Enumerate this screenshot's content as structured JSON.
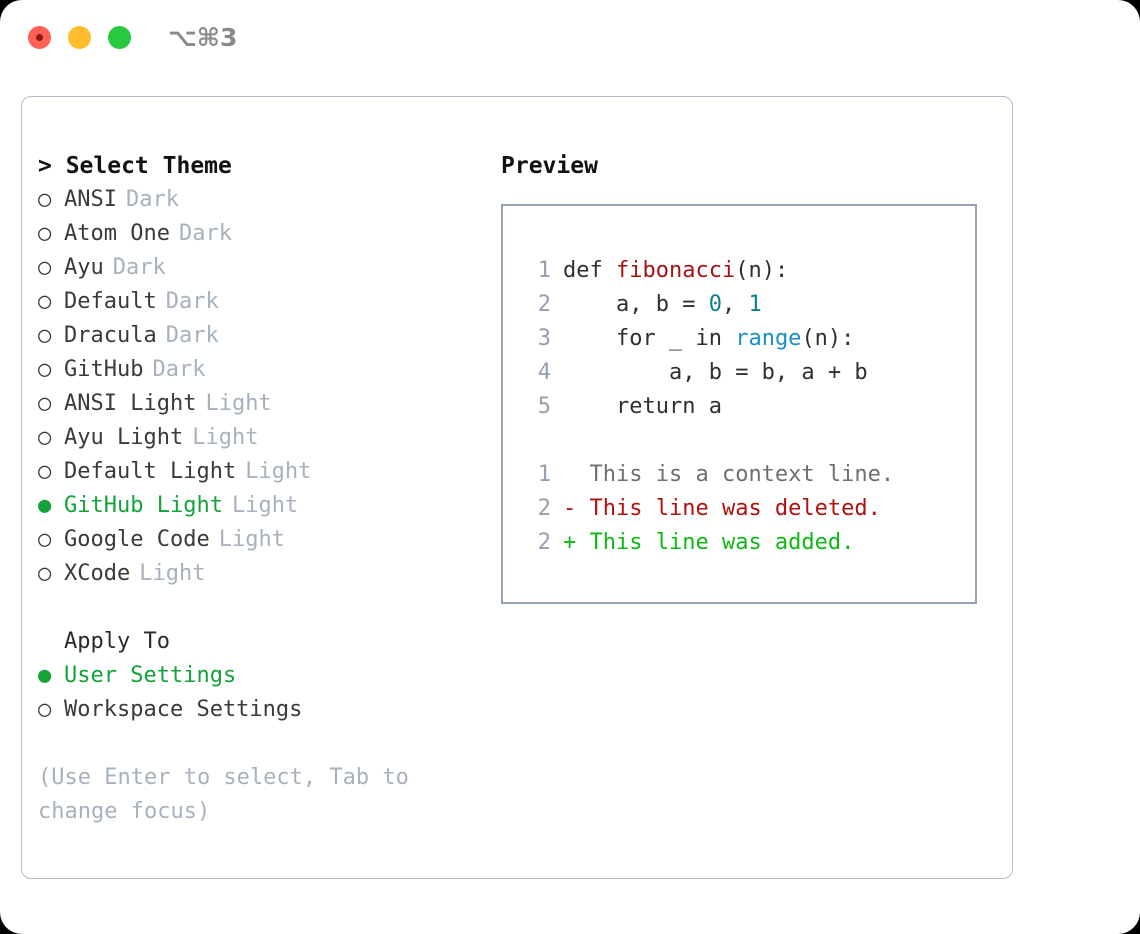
{
  "titlebar": {
    "shortcut": "⌥⌘3",
    "lights": [
      {
        "name": "close",
        "color": "#ff6058"
      },
      {
        "name": "minimize",
        "color": "#ffbd2e"
      },
      {
        "name": "maximize",
        "color": "#28c93f"
      }
    ]
  },
  "colors": {
    "accent_green": "#14a33a",
    "muted": "#a8b2bd",
    "text": "#3a3a3a",
    "border": "#b3bdc9",
    "preview_border": "#95a2b3",
    "line_number": "#95a0ae",
    "syntax_function": "#a31515",
    "syntax_number": "#09808a",
    "syntax_call": "#1a8fc4",
    "diff_context": "#6f6f6f",
    "diff_deleted": "#b3110d",
    "diff_added": "#10b814"
  },
  "theme_list": {
    "title": "> Select Theme",
    "cursor": ">",
    "bullet_unselected": "○",
    "bullet_selected": "●",
    "items": [
      {
        "name": "ANSI",
        "mode": "Dark",
        "selected": false
      },
      {
        "name": "Atom One",
        "mode": "Dark",
        "selected": false
      },
      {
        "name": "Ayu",
        "mode": "Dark",
        "selected": false
      },
      {
        "name": "Default",
        "mode": "Dark",
        "selected": false
      },
      {
        "name": "Dracula",
        "mode": "Dark",
        "selected": false
      },
      {
        "name": "GitHub",
        "mode": "Dark",
        "selected": false
      },
      {
        "name": "ANSI Light",
        "mode": "Light",
        "selected": false
      },
      {
        "name": "Ayu Light",
        "mode": "Light",
        "selected": false
      },
      {
        "name": "Default Light",
        "mode": "Light",
        "selected": false
      },
      {
        "name": "GitHub Light",
        "mode": "Light",
        "selected": true
      },
      {
        "name": "Google Code",
        "mode": "Light",
        "selected": false
      },
      {
        "name": "XCode",
        "mode": "Light",
        "selected": false
      }
    ]
  },
  "apply_to": {
    "title": "Apply To",
    "items": [
      {
        "name": "User Settings",
        "selected": true
      },
      {
        "name": "Workspace Settings",
        "selected": false
      }
    ]
  },
  "hint": "(Use Enter to select, Tab to change focus)",
  "preview": {
    "title": "Preview",
    "code_lines": [
      {
        "number": "1",
        "indent": "",
        "segments": [
          {
            "text": "def ",
            "type": "plain"
          },
          {
            "text": "fibonacci",
            "type": "function"
          },
          {
            "text": "(n):",
            "type": "plain"
          }
        ]
      },
      {
        "number": "2",
        "indent": "    ",
        "segments": [
          {
            "text": "a, b = ",
            "type": "plain"
          },
          {
            "text": "0",
            "type": "number"
          },
          {
            "text": ", ",
            "type": "plain"
          },
          {
            "text": "1",
            "type": "number"
          }
        ]
      },
      {
        "number": "3",
        "indent": "    ",
        "segments": [
          {
            "text": "for _ in ",
            "type": "plain"
          },
          {
            "text": "range",
            "type": "call"
          },
          {
            "text": "(n):",
            "type": "plain"
          }
        ]
      },
      {
        "number": "4",
        "indent": "        ",
        "segments": [
          {
            "text": "a, b = b, a + b",
            "type": "plain"
          }
        ]
      },
      {
        "number": "5",
        "indent": "    ",
        "segments": [
          {
            "text": "return a",
            "type": "plain"
          }
        ]
      }
    ],
    "diff_lines": [
      {
        "number": "1",
        "marker": "  ",
        "text": "This is a context line.",
        "type": "context"
      },
      {
        "number": "2",
        "marker": "- ",
        "text": "This line was deleted.",
        "type": "deleted"
      },
      {
        "number": "2",
        "marker": "+ ",
        "text": "This line was added.",
        "type": "added"
      }
    ]
  }
}
